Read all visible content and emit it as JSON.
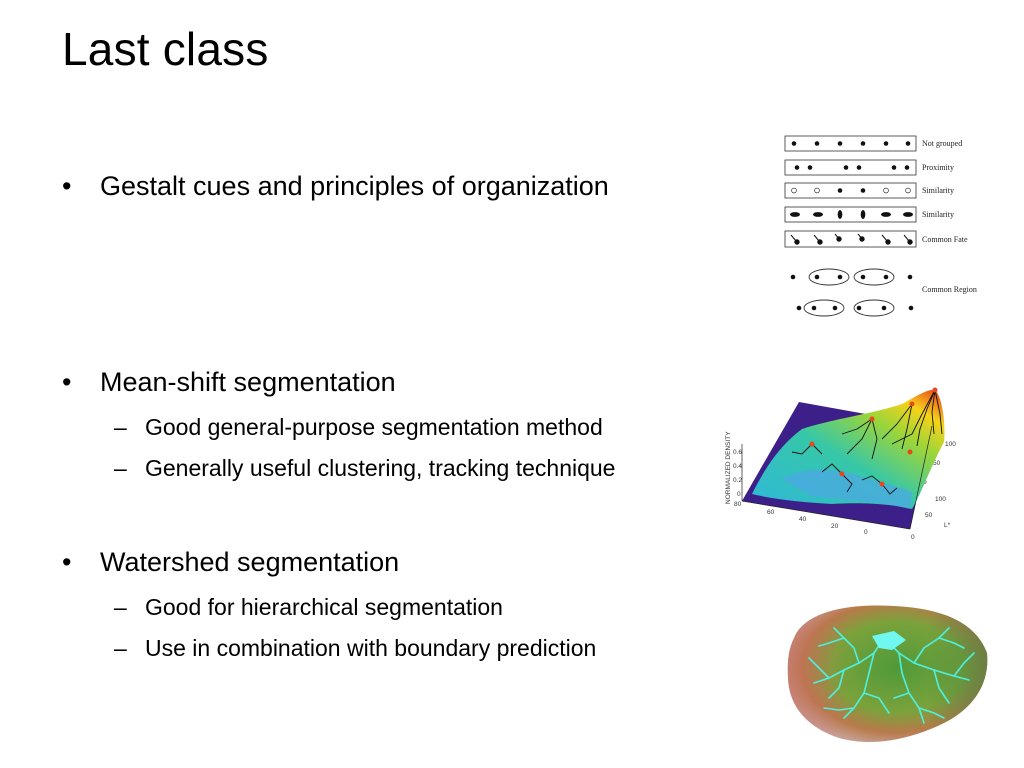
{
  "slide": {
    "title": "Last class",
    "bullets": [
      {
        "marker": "•",
        "text": "Gestalt cues and principles of organization",
        "subs": []
      },
      {
        "marker": "•",
        "text": "Mean-shift segmentation",
        "subs": [
          {
            "marker": "–",
            "text": "Good general-purpose segmentation method"
          },
          {
            "marker": "–",
            "text": "Generally useful clustering, tracking technique"
          }
        ]
      },
      {
        "marker": "•",
        "text": "Watershed segmentation",
        "subs": [
          {
            "marker": "–",
            "text": "Good for hierarchical segmentation"
          },
          {
            "marker": "–",
            "text": "Use in combination with boundary prediction"
          }
        ]
      }
    ]
  },
  "gestalt_figure": {
    "labels": [
      "Not grouped",
      "Proximity",
      "Similarity",
      "Similarity",
      "Common Fate",
      "Common Region"
    ]
  },
  "meanshift_figure": {
    "y_axis_label": "NORMALIZED DENSITY",
    "y_ticks": [
      "0.6",
      "0.4",
      "0.2",
      "0"
    ],
    "left_axis_ticks": [
      "80",
      "60",
      "40",
      "20",
      "0"
    ],
    "right_axis_ticks": [
      "100",
      "50",
      "0",
      "100",
      "50",
      "0"
    ],
    "right_axis_label": "L*"
  }
}
